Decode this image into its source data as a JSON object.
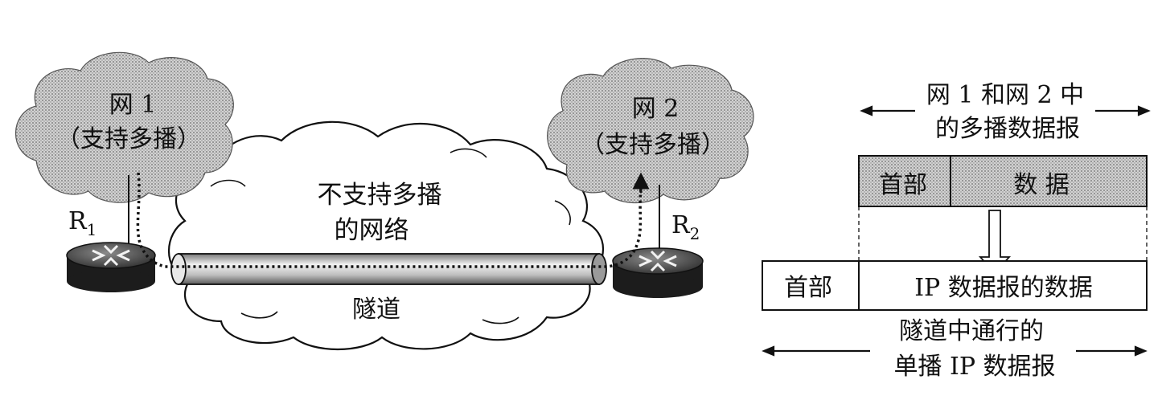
{
  "net1": {
    "line1": "网 1",
    "line2": "（支持多播）"
  },
  "net2": {
    "line1": "网 2",
    "line2": "（支持多播）"
  },
  "middle": {
    "line1": "不支持多播",
    "line2": "的网络"
  },
  "tunnel": {
    "label": "隧道"
  },
  "r1": {
    "letter": "R",
    "sub": "1"
  },
  "r2": {
    "letter": "R",
    "sub": "2"
  },
  "multicast_datagram": {
    "caption_line1": "网 1 和网 2 中",
    "caption_line2": "的多播数据报",
    "header": "首部",
    "data": "数 据"
  },
  "unicast_datagram": {
    "header": "首部",
    "data": "IP 数据报的数据",
    "caption_line1": "隧道中通行的",
    "caption_line2": "单播 IP 数据报"
  }
}
